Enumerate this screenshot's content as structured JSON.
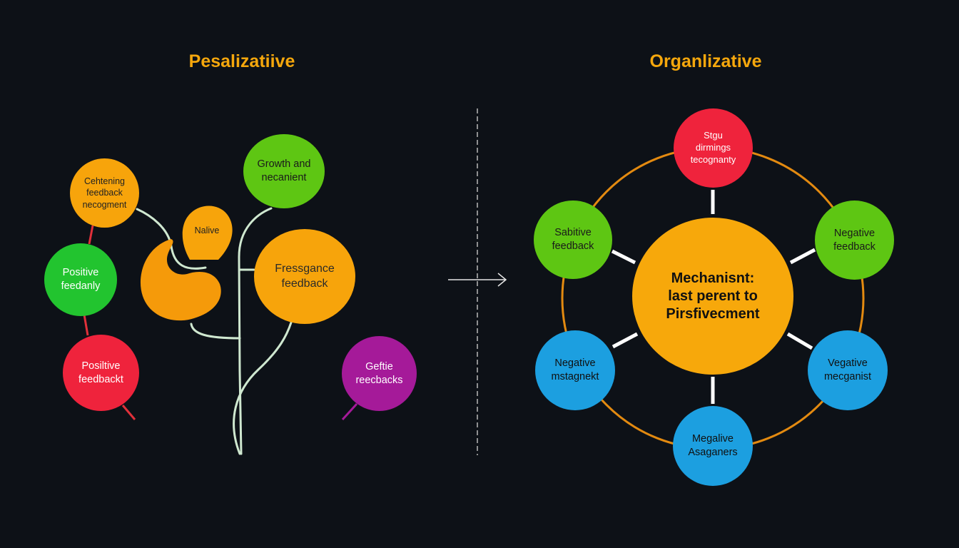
{
  "left_panel": {
    "title": "Pesalizatiive",
    "nodes": {
      "centering": "Cehtening\nfeedback\nnecogment",
      "positive_green": "Positive\nfeedanly",
      "positive_red": "Posiltive\nfeedbackt",
      "naive": "Nalive",
      "growth": "Growth and\nnecanient",
      "fressance": "Fressgance\nfeedback",
      "geftie": "Geftie\nreecbacks"
    }
  },
  "right_panel": {
    "title": "Organlizative",
    "center": "Mechanisnt:\nlast perent to\nPirsfivecment",
    "nodes": {
      "top": "Stgu\ndirmings\ntecognanty",
      "upper_left": "Sabitive\nfeedback",
      "upper_right": "Negative\nfeedback",
      "lower_left": "Negative\nmstagnekt",
      "lower_right": "Vegative\nmecganist",
      "bottom": "Megalive\nAsaganers"
    }
  },
  "colors": {
    "background": "#0d1117",
    "orange": "#f7a40b",
    "green": "#5ec613",
    "bright_green": "#22c42f",
    "red": "#ef233c",
    "magenta": "#a51a99",
    "blue": "#1c9fe0",
    "ring": "#e38a10",
    "vine": "#cfe8d0",
    "title": "#f5a70c"
  }
}
